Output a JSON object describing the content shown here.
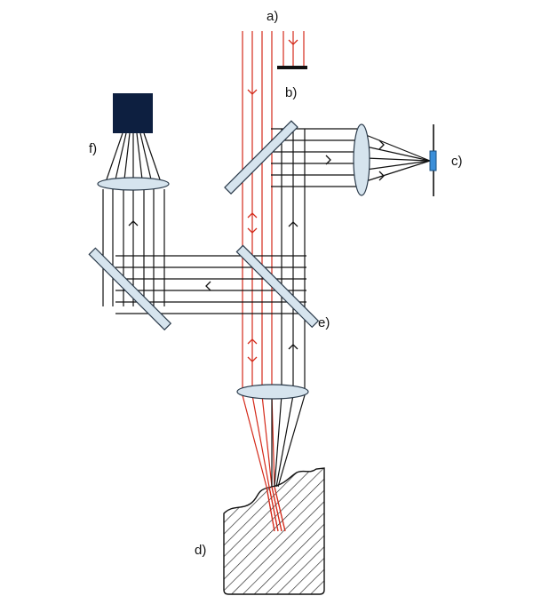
{
  "labels": {
    "a": "a)",
    "b": "b)",
    "c": "c)",
    "d": "d)",
    "e": "e)",
    "f": "f)"
  },
  "colors": {
    "laser": "#d42a1a",
    "beam": "#111111",
    "optic_fill": "#d6e4ee",
    "optic_stroke": "#2a3a4a",
    "camera": "#0d1f40",
    "detector": "#3b8fd9",
    "sample_hatch": "#222222"
  },
  "icons": {
    "camera": "camera-block",
    "detector": "photodetector-icon",
    "beam_stop": "beam-stop",
    "sample": "hatched-sample"
  }
}
